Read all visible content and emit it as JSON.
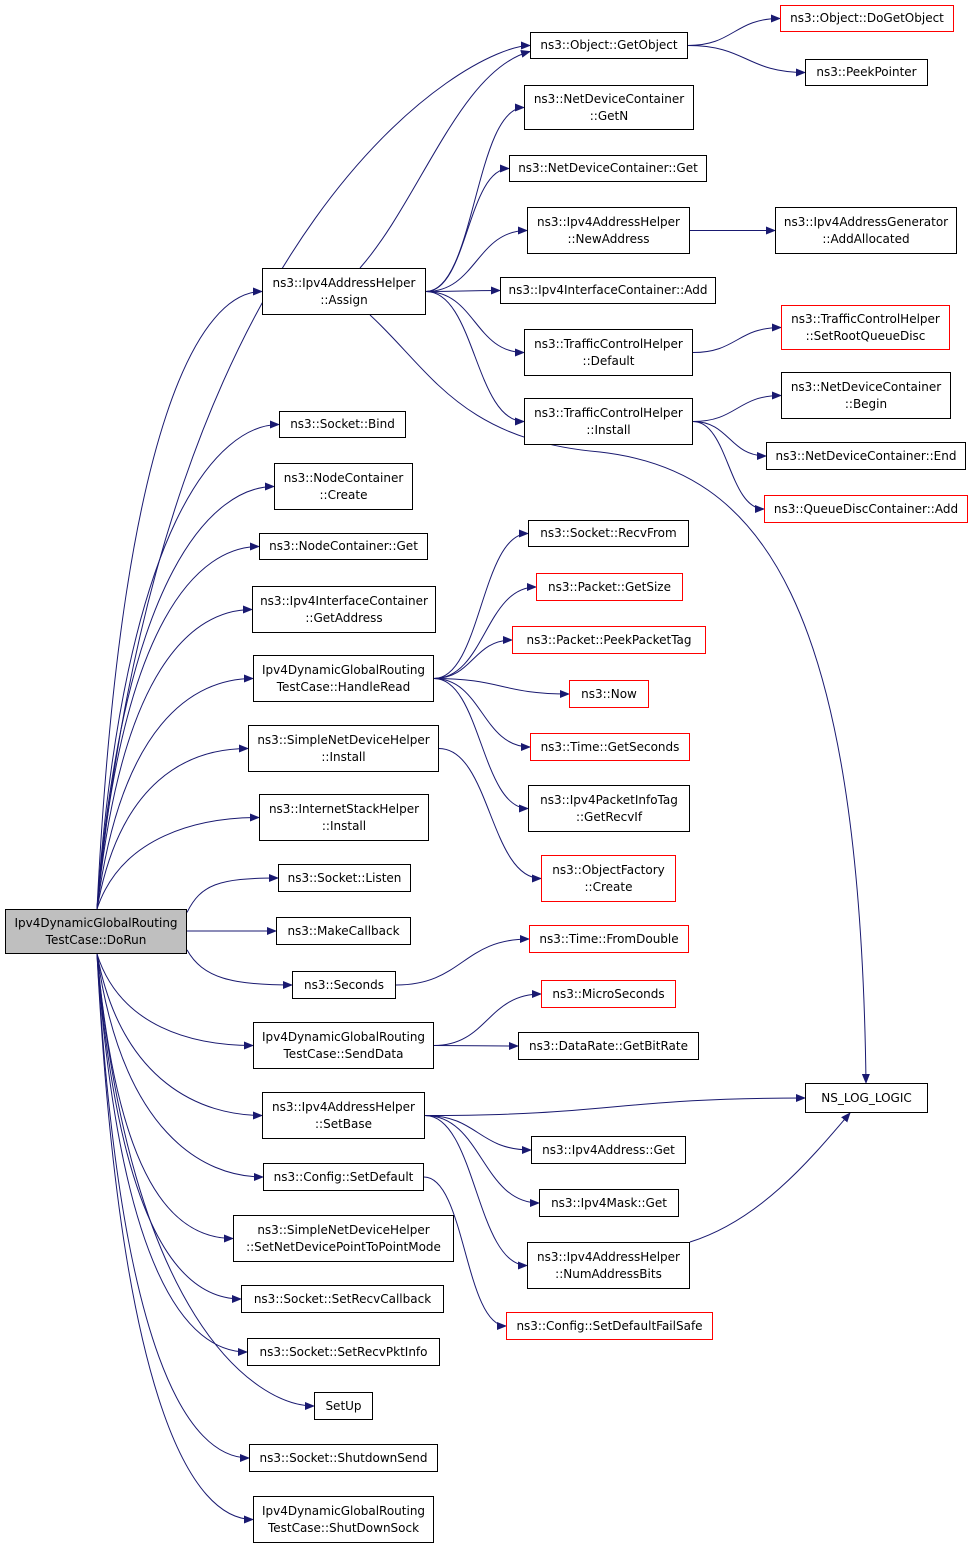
{
  "colors": {
    "edge": "#191970",
    "node_border": "#000000",
    "incomplete_border": "#ff0000",
    "root_fill": "#bfbfbf"
  },
  "nodes": {
    "doRun": [
      "Ipv4DynamicGlobalRouting",
      "TestCase::DoRun"
    ],
    "assign": [
      "ns3::Ipv4AddressHelper",
      "::Assign"
    ],
    "getObject": [
      "ns3::Object::GetObject"
    ],
    "doGetObject": [
      "ns3::Object::DoGetObject"
    ],
    "peekPointer": [
      "ns3::PeekPointer"
    ],
    "ndcGetN": [
      "ns3::NetDeviceContainer",
      "::GetN"
    ],
    "ndcGet": [
      "ns3::NetDeviceContainer::Get"
    ],
    "newAddress": [
      "ns3::Ipv4AddressHelper",
      "::NewAddress"
    ],
    "addAllocated": [
      "ns3::Ipv4AddressGenerator",
      "::AddAllocated"
    ],
    "iicAdd": [
      "ns3::Ipv4InterfaceContainer::Add"
    ],
    "tchDefault": [
      "ns3::TrafficControlHelper",
      "::Default"
    ],
    "setRootQueueDisc": [
      "ns3::TrafficControlHelper",
      "::SetRootQueueDisc"
    ],
    "tchInstall": [
      "ns3::TrafficControlHelper",
      "::Install"
    ],
    "ndcBegin": [
      "ns3::NetDeviceContainer",
      "::Begin"
    ],
    "ndcEnd": [
      "ns3::NetDeviceContainer::End"
    ],
    "qdcAdd": [
      "ns3::QueueDiscContainer::Add"
    ],
    "socketBind": [
      "ns3::Socket::Bind"
    ],
    "ncCreate": [
      "ns3::NodeContainer",
      "::Create"
    ],
    "ncGet": [
      "ns3::NodeContainer::Get"
    ],
    "iicGetAddress": [
      "ns3::Ipv4InterfaceContainer",
      "::GetAddress"
    ],
    "handleRead": [
      "Ipv4DynamicGlobalRouting",
      "TestCase::HandleRead"
    ],
    "recvFrom": [
      "ns3::Socket::RecvFrom"
    ],
    "packetGetSize": [
      "ns3::Packet::GetSize"
    ],
    "peekPacketTag": [
      "ns3::Packet::PeekPacketTag"
    ],
    "now": [
      "ns3::Now"
    ],
    "timeGetSeconds": [
      "ns3::Time::GetSeconds"
    ],
    "getRecvIf": [
      "ns3::Ipv4PacketInfoTag",
      "::GetRecvIf"
    ],
    "sndhInstall": [
      "ns3::SimpleNetDeviceHelper",
      "::Install"
    ],
    "ofCreate": [
      "ns3::ObjectFactory",
      "::Create"
    ],
    "ishInstall": [
      "ns3::InternetStackHelper",
      "::Install"
    ],
    "socketListen": [
      "ns3::Socket::Listen"
    ],
    "makeCallback": [
      "ns3::MakeCallback"
    ],
    "seconds": [
      "ns3::Seconds"
    ],
    "fromDouble": [
      "ns3::Time::FromDouble"
    ],
    "sendData": [
      "Ipv4DynamicGlobalRouting",
      "TestCase::SendData"
    ],
    "microSeconds": [
      "ns3::MicroSeconds"
    ],
    "getBitRate": [
      "ns3::DataRate::GetBitRate"
    ],
    "setBase": [
      "ns3::Ipv4AddressHelper",
      "::SetBase"
    ],
    "nsLogLogic": [
      "NS_LOG_LOGIC"
    ],
    "ipv4AddressGet": [
      "ns3::Ipv4Address::Get"
    ],
    "ipv4MaskGet": [
      "ns3::Ipv4Mask::Get"
    ],
    "numAddressBits": [
      "ns3::Ipv4AddressHelper",
      "::NumAddressBits"
    ],
    "configSetDefault": [
      "ns3::Config::SetDefault"
    ],
    "setDefaultFailSafe": [
      "ns3::Config::SetDefaultFailSafe"
    ],
    "setP2PMode": [
      "ns3::SimpleNetDeviceHelper",
      "::SetNetDevicePointToPointMode"
    ],
    "setRecvCallback": [
      "ns3::Socket::SetRecvCallback"
    ],
    "setRecvPktInfo": [
      "ns3::Socket::SetRecvPktInfo"
    ],
    "setUp": [
      "SetUp"
    ],
    "shutdownSend": [
      "ns3::Socket::ShutdownSend"
    ],
    "shutDownSock": [
      "Ipv4DynamicGlobalRouting",
      "TestCase::ShutDownSock"
    ]
  },
  "incomplete": [
    "doGetObject",
    "setRootQueueDisc",
    "qdcAdd",
    "packetGetSize",
    "peekPacketTag",
    "now",
    "timeGetSeconds",
    "ofCreate",
    "fromDouble",
    "microSeconds",
    "setDefaultFailSafe"
  ],
  "edges": [
    [
      "doRun",
      "getObject"
    ],
    [
      "doRun",
      "assign"
    ],
    [
      "doRun",
      "socketBind"
    ],
    [
      "doRun",
      "ncCreate"
    ],
    [
      "doRun",
      "ncGet"
    ],
    [
      "doRun",
      "iicGetAddress"
    ],
    [
      "doRun",
      "handleRead"
    ],
    [
      "doRun",
      "sndhInstall"
    ],
    [
      "doRun",
      "ishInstall"
    ],
    [
      "doRun",
      "socketListen"
    ],
    [
      "doRun",
      "makeCallback"
    ],
    [
      "doRun",
      "seconds"
    ],
    [
      "doRun",
      "sendData"
    ],
    [
      "doRun",
      "setBase"
    ],
    [
      "doRun",
      "configSetDefault"
    ],
    [
      "doRun",
      "setP2PMode"
    ],
    [
      "doRun",
      "setRecvCallback"
    ],
    [
      "doRun",
      "setRecvPktInfo"
    ],
    [
      "doRun",
      "setUp"
    ],
    [
      "doRun",
      "shutdownSend"
    ],
    [
      "doRun",
      "shutDownSock"
    ],
    [
      "assign",
      "getObject"
    ],
    [
      "assign",
      "ndcGetN"
    ],
    [
      "assign",
      "ndcGet"
    ],
    [
      "assign",
      "newAddress"
    ],
    [
      "assign",
      "iicAdd"
    ],
    [
      "assign",
      "tchDefault"
    ],
    [
      "assign",
      "tchInstall"
    ],
    [
      "assign",
      "nsLogLogic"
    ],
    [
      "getObject",
      "doGetObject"
    ],
    [
      "getObject",
      "peekPointer"
    ],
    [
      "newAddress",
      "addAllocated"
    ],
    [
      "tchDefault",
      "setRootQueueDisc"
    ],
    [
      "tchInstall",
      "ndcBegin"
    ],
    [
      "tchInstall",
      "ndcEnd"
    ],
    [
      "tchInstall",
      "qdcAdd"
    ],
    [
      "handleRead",
      "recvFrom"
    ],
    [
      "handleRead",
      "packetGetSize"
    ],
    [
      "handleRead",
      "peekPacketTag"
    ],
    [
      "handleRead",
      "now"
    ],
    [
      "handleRead",
      "timeGetSeconds"
    ],
    [
      "handleRead",
      "getRecvIf"
    ],
    [
      "sndhInstall",
      "ofCreate"
    ],
    [
      "seconds",
      "fromDouble"
    ],
    [
      "sendData",
      "microSeconds"
    ],
    [
      "sendData",
      "getBitRate"
    ],
    [
      "setBase",
      "nsLogLogic"
    ],
    [
      "setBase",
      "ipv4AddressGet"
    ],
    [
      "setBase",
      "ipv4MaskGet"
    ],
    [
      "setBase",
      "numAddressBits"
    ],
    [
      "numAddressBits",
      "nsLogLogic"
    ],
    [
      "configSetDefault",
      "setDefaultFailSafe"
    ]
  ]
}
